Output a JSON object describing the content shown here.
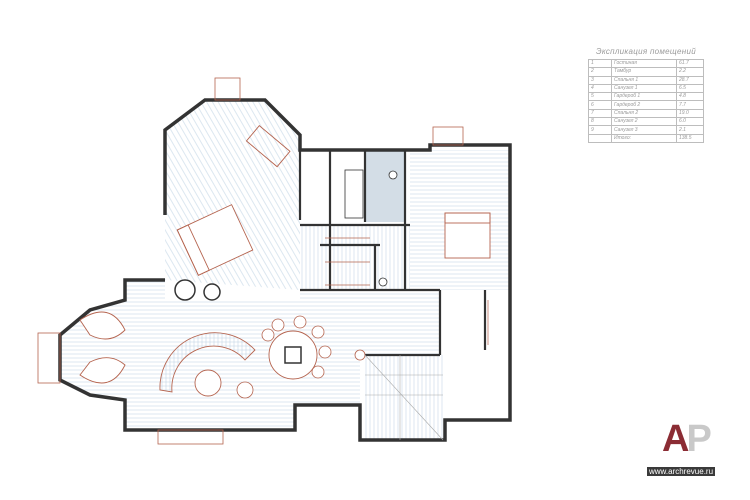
{
  "legend": {
    "title": "Экспликация помещений",
    "rows": [
      {
        "num": "1",
        "name": "Гостиная",
        "area": "61.7"
      },
      {
        "num": "2",
        "name": "Тамбур",
        "area": "2.2"
      },
      {
        "num": "3",
        "name": "Спальня 1",
        "area": "28.7"
      },
      {
        "num": "4",
        "name": "Санузел 1",
        "area": "6.5"
      },
      {
        "num": "5",
        "name": "Гардероб 1",
        "area": "4.8"
      },
      {
        "num": "6",
        "name": "Гардероб 2",
        "area": "7.7"
      },
      {
        "num": "7",
        "name": "Спальня 2",
        "area": "19.0"
      },
      {
        "num": "8",
        "name": "Санузел 2",
        "area": "6.0"
      },
      {
        "num": "9",
        "name": "Санузел 3",
        "area": "2.1"
      },
      {
        "num": "",
        "name": "Итого:",
        "area": "138.5"
      }
    ]
  },
  "logo": {
    "text": "AP",
    "a": "A",
    "p": "P"
  },
  "watermark": "www.archrevue.ru",
  "colors": {
    "wall": "#333333",
    "hatch": "#b9cfe0",
    "furniture": "#b5644f",
    "tile": "#d3dde6"
  }
}
